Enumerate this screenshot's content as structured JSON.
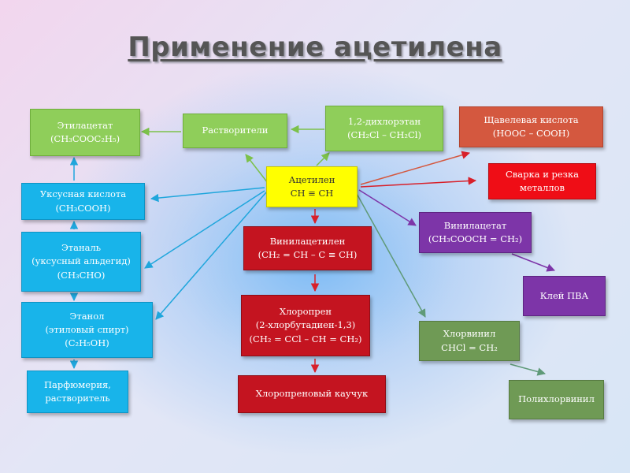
{
  "title": "Применение ацетилена",
  "colors": {
    "green": "#8fce5a",
    "cyan": "#18b4ea",
    "yellow": "#ffff00",
    "dark_red": "#c41420",
    "brick": "#d4583f",
    "red": "#ef0d16",
    "purple": "#7d35a8",
    "olive": "#6f9a55"
  },
  "boxes": {
    "ethyl_acetate": {
      "l1": "Этилацетат",
      "l2": "(CH₃COOC₂H₅)"
    },
    "solvents": {
      "l1": "Растворители"
    },
    "dichloroethane": {
      "l1": "1,2-дихлорэтан",
      "l2": "(CH₂Cl – CH₂Cl)"
    },
    "oxalic_acid": {
      "l1": "Щавелевая кислота",
      "l2": "(HOOC – COOH)"
    },
    "acetylene": {
      "l1": "Ацетилен",
      "l2": "CH ≡ CH"
    },
    "welding": {
      "l1": "Сварка и резка",
      "l2": "металлов"
    },
    "acetic_acid": {
      "l1": "Уксусная кислота",
      "l2": "(CH₃COOH)"
    },
    "vinyl_acetylene": {
      "l1": "Винилацетилен",
      "l2": "(CH₂ = CH – C ≡ CH)"
    },
    "vinyl_acetate": {
      "l1": "Винилацетат",
      "l2": "(CH₃COOCH = CH₂)"
    },
    "ethanal": {
      "l1": "Этаналь",
      "l2": "(уксусный альдегид)",
      "l3": "(CH₃CHO)"
    },
    "pva_glue": {
      "l1": "Клей ПВА"
    },
    "chloroprene": {
      "l1": "Хлоропрен",
      "l2": "(2-хлорбутадиен-1,3)",
      "l3": "(CH₂ = CCl – CH = CH₂)"
    },
    "ethanol": {
      "l1": "Этанол",
      "l2": "(этиловый спирт)",
      "l3": "(C₂H₅OH)"
    },
    "vinyl_chloride": {
      "l1": "Хлорвинил",
      "l2": "CHCl = CH₂"
    },
    "perfumery": {
      "l1": "Парфюмерия,",
      "l2": "растворитель"
    },
    "chloroprene_rubber": {
      "l1": "Хлоропреновый каучук"
    },
    "pvc": {
      "l1": "Полихлорвинил"
    }
  }
}
